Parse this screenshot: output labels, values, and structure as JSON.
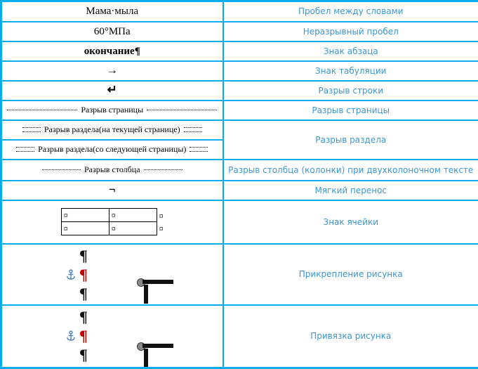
{
  "colors": {
    "border": "#00aeef",
    "label": "#3b97d3",
    "red": "#c00000",
    "anchor": "#4f81bd"
  },
  "glyphs": {
    "pilcrow": "¶",
    "cell_mark": "¤"
  },
  "rows": {
    "space": {
      "example": "Мама·мыла",
      "name": "Пробел между словами"
    },
    "nbsp": {
      "example": "60°МПа",
      "name": "Неразрывный пробел"
    },
    "paragraph": {
      "example": "окончание¶",
      "name": "Знак абзаца"
    },
    "tab": {
      "example": "→",
      "name": "Знак табуляции"
    },
    "line_break": {
      "example": "↵",
      "name": "Разрыв строки"
    },
    "page_break": {
      "example": "Разрыв страницы",
      "name": "Разрыв страницы"
    },
    "section_break": {
      "example_current": "Разрыв раздела(на текущей странице)",
      "example_next": "Разрыв раздела(со следующей страницы)",
      "name": "Разрыв раздела"
    },
    "column_break": {
      "example": "Разрыв столбца",
      "name": "Разрыв столбца (колонки) при двухколоночном тексте"
    },
    "soft_hyphen": {
      "example": "¬",
      "name": "Мягкий перенос"
    },
    "cell_mark": {
      "name": "Знак ячейки"
    },
    "picture_attach": {
      "name": "Прикрепление рисунка"
    },
    "picture_anchor": {
      "name": "Привязка рисунка"
    }
  }
}
